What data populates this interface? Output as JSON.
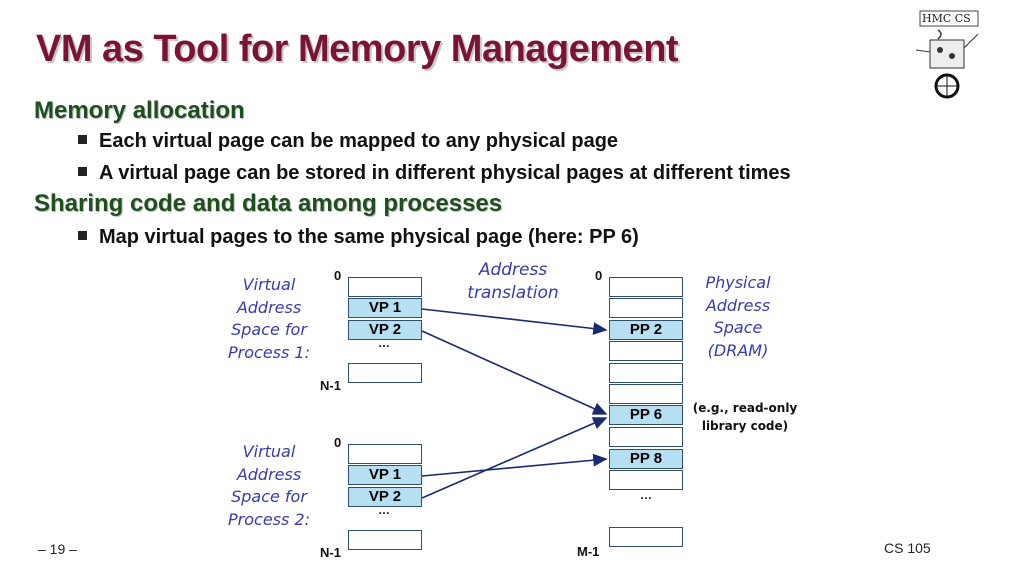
{
  "title": "VM as Tool for Memory Management",
  "sections": [
    {
      "heading": "Memory allocation",
      "bullets": [
        "Each virtual page can be mapped to any physical page",
        "A virtual page can be stored in different physical pages at different times"
      ]
    },
    {
      "heading": "Sharing code and data among processes",
      "bullets": [
        "Map virtual pages to the same physical page (here: PP 6)"
      ]
    }
  ],
  "diagram": {
    "address_translation": [
      "Address",
      "translation"
    ],
    "vas1_label": [
      "Virtual",
      "Address",
      "Space for",
      "Process 1:"
    ],
    "vas2_label": [
      "Virtual",
      "Address",
      "Space for",
      "Process 2:"
    ],
    "pas_label": [
      "Physical",
      "Address",
      "Space",
      "(DRAM)"
    ],
    "note": [
      "(e.g., read-only",
      "library code)"
    ],
    "zero": "0",
    "n_minus_1": "N-1",
    "m_minus_1": "M-1",
    "ellipsis": "…",
    "vp1": "VP 1",
    "vp2": "VP 2",
    "pp2": "PP 2",
    "pp6": "PP 6",
    "pp8": "PP 8",
    "arrow_color": "#1a2a6e",
    "filled_color": "#b7dff2"
  },
  "footer": {
    "page": "– 19 –",
    "course": "CS 105"
  },
  "logo": {
    "text": "HMC CS"
  }
}
